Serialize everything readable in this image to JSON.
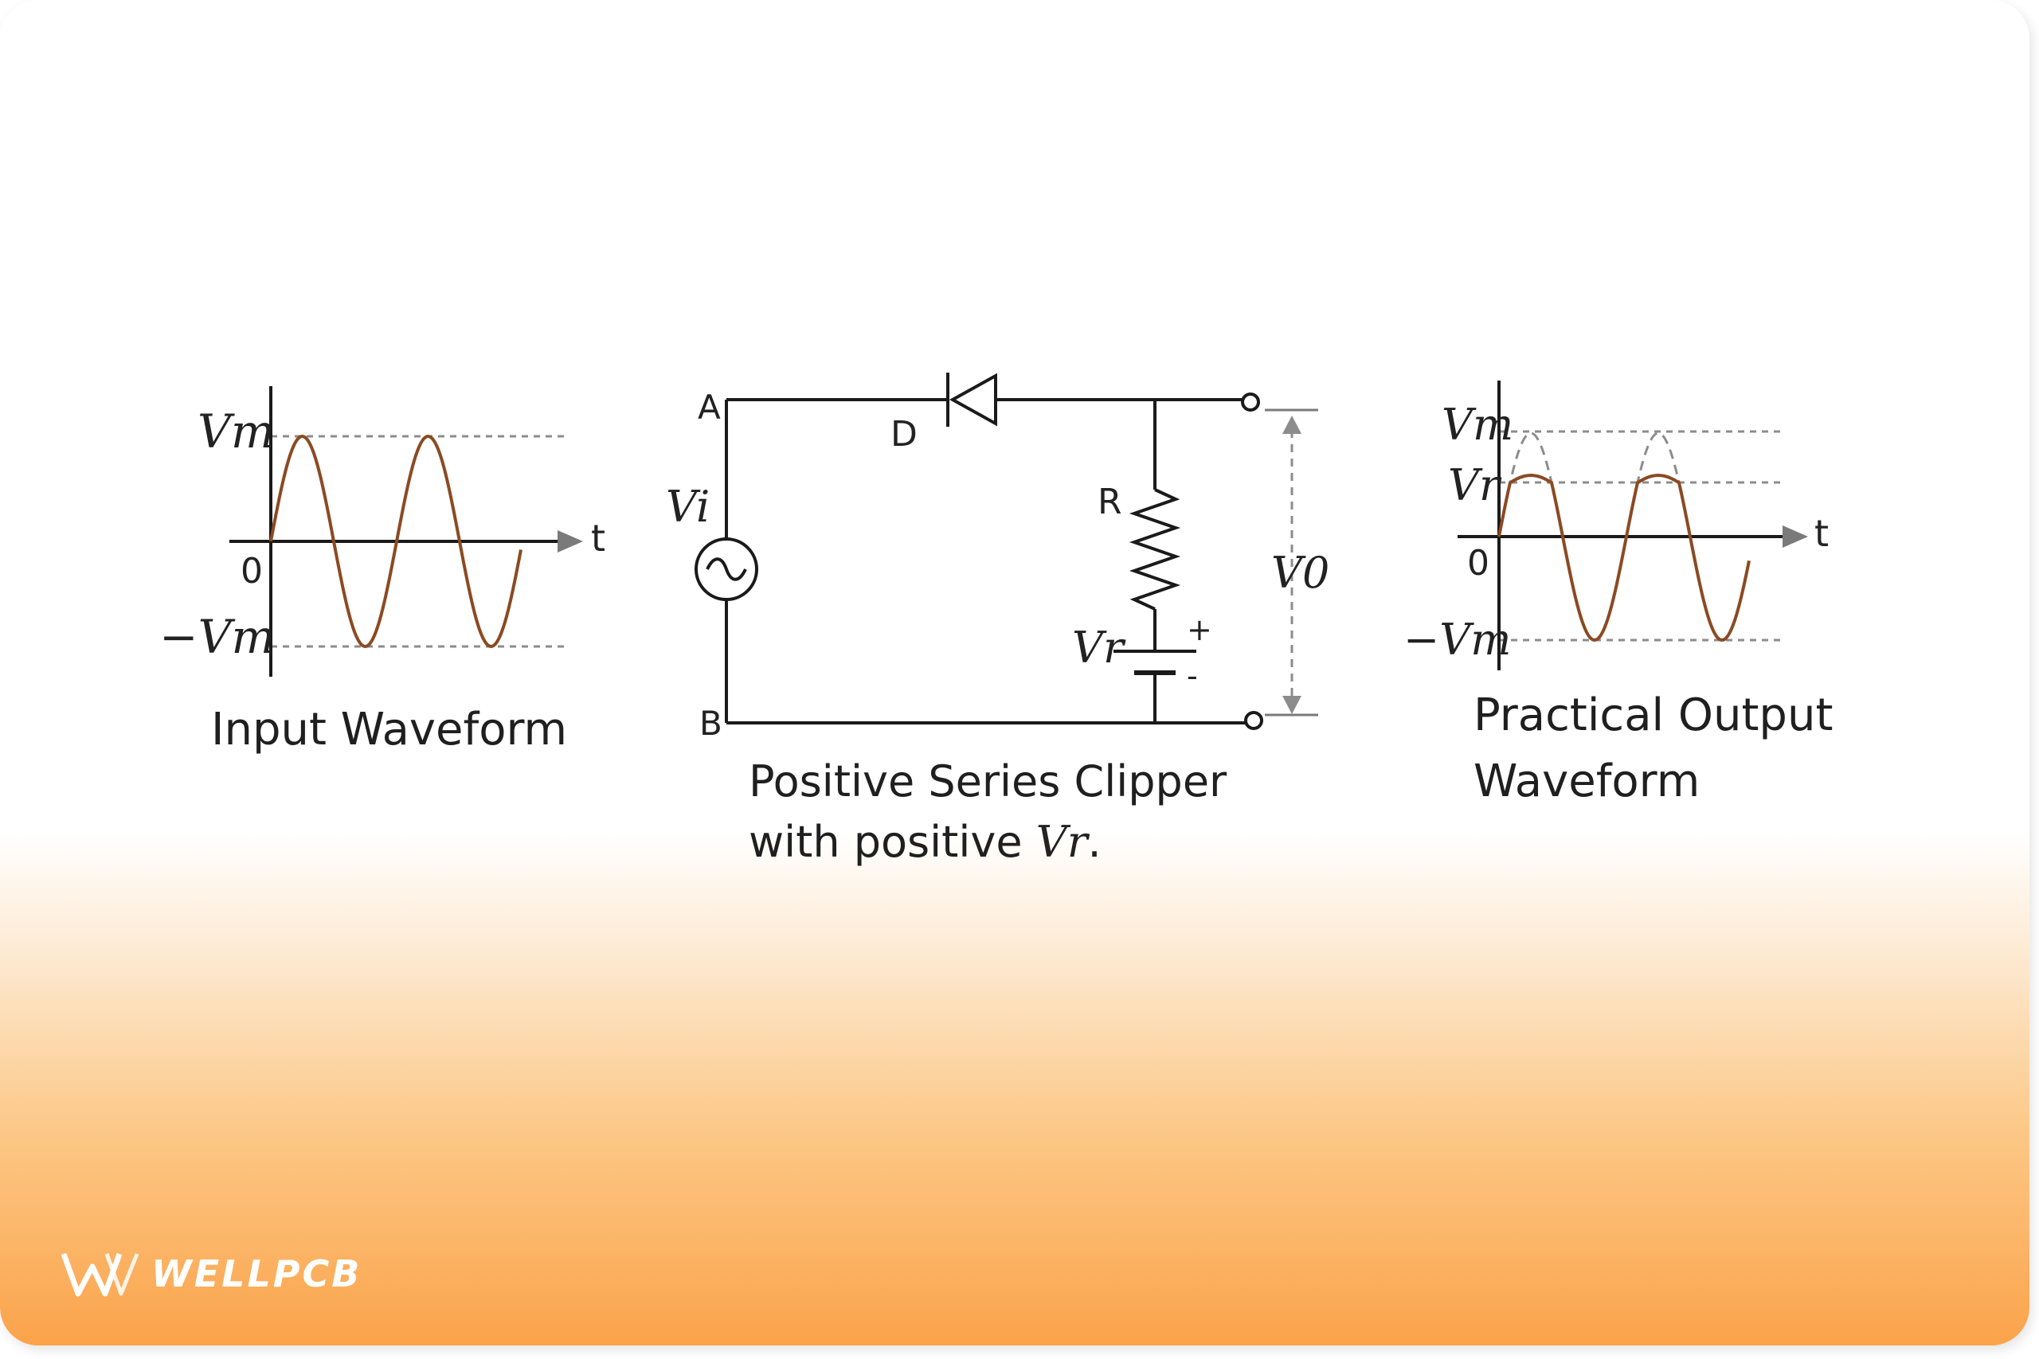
{
  "input": {
    "caption": "Input Waveform",
    "vm_label": "Vm",
    "neg_vm_label": "−Vm",
    "zero_label": "0",
    "t_label": "t"
  },
  "circuit": {
    "caption_line1": "Positive Series Clipper",
    "caption_line2": "with positive ",
    "caption_vr": "Vr",
    "caption_end": ".",
    "node_a": "A",
    "node_b": "B",
    "diode_label": "D",
    "resistor_label": "R",
    "vi_label": "Vi",
    "vr_label": "Vr",
    "plus_label": "+",
    "minus_label": "-",
    "vo_label": "V0"
  },
  "output": {
    "caption_line1": "Practical Output",
    "caption_line2": "Waveform",
    "vm_label": "Vm",
    "vr_label": "Vr",
    "neg_vm_label": "−Vm",
    "zero_label": "0",
    "t_label": "t"
  },
  "brand": {
    "name": "WELLPCB"
  },
  "colors": {
    "wave": "#8b4a22",
    "dashed": "#8c8c8c",
    "wire": "#1a1a1a",
    "accent": "#fba34a"
  }
}
